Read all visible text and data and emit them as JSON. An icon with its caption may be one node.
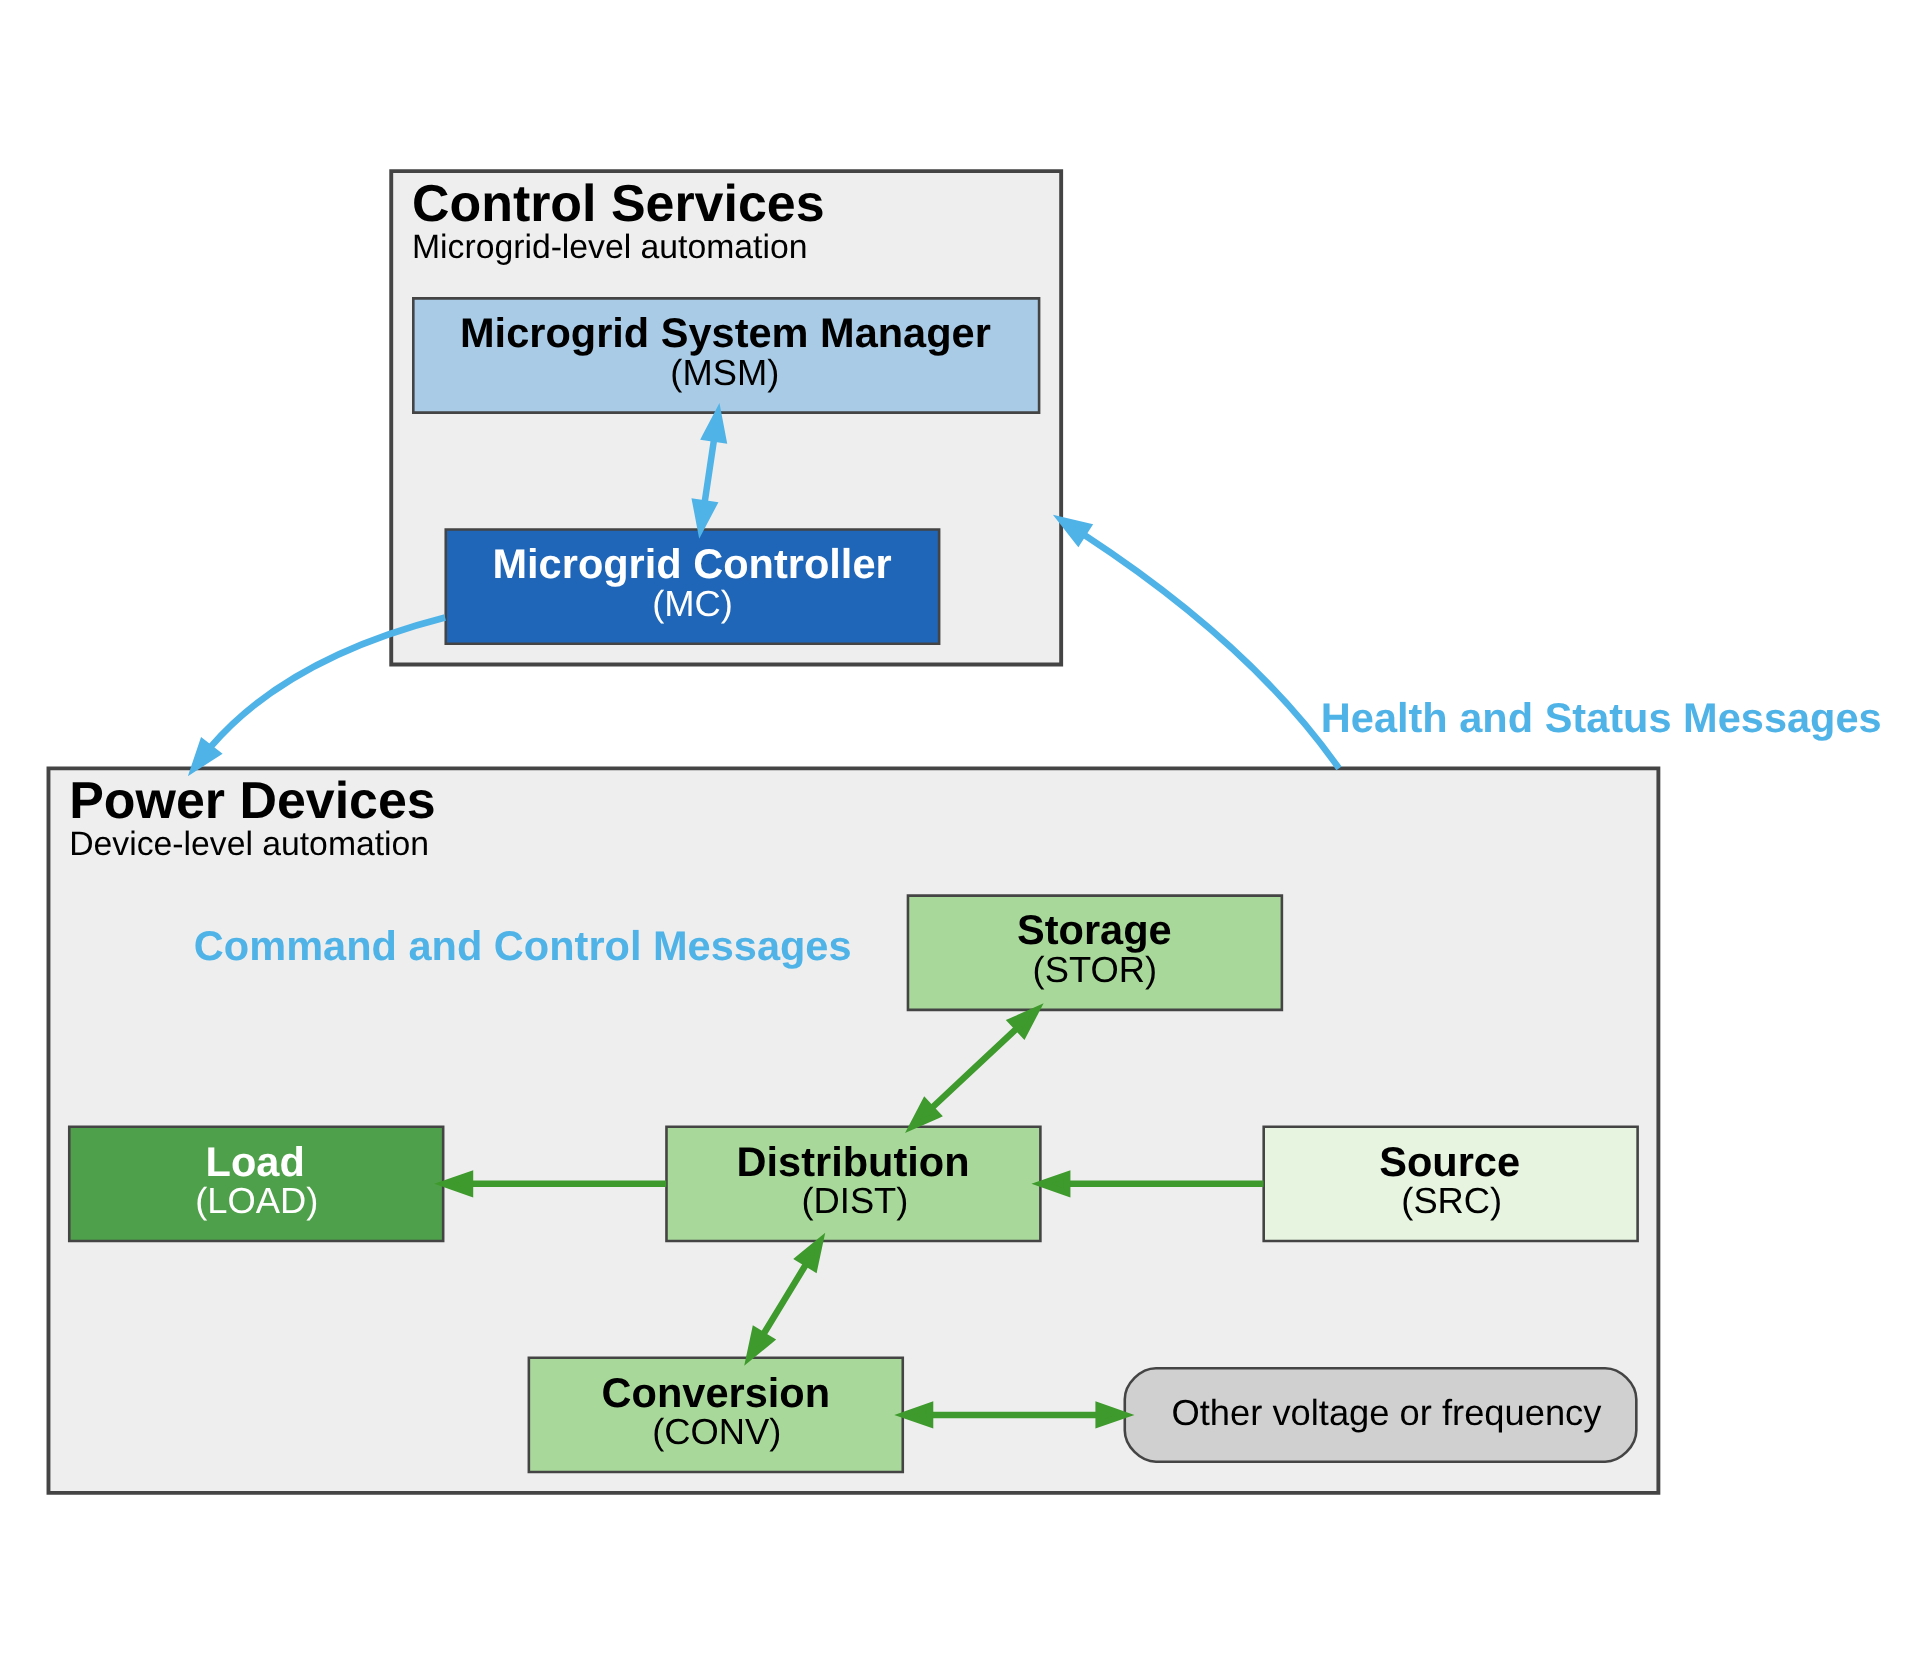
{
  "diagram": {
    "nodes": [
      {
        "text": [
          "Control Services",
          "Microgrid-level automation"
        ]
      },
      {
        "text": [
          "Microgrid System Manager",
          "(MSM)"
        ],
        "in": 0
      },
      {
        "text": [
          "Microgrid Controller",
          "(MC)"
        ],
        "in": 0
      },
      {
        "text": [
          "Power Devices",
          "Device-level automation"
        ]
      },
      {
        "text": [
          "Storage",
          "(STOR)"
        ],
        "in": 3
      },
      {
        "text": [
          "Source",
          "(SRC)"
        ],
        "in": 3
      },
      {
        "text": [
          "Distribution",
          "(DIST)"
        ],
        "in": 3
      },
      {
        "text": [
          "Load",
          "(LOAD)"
        ],
        "in": 3
      },
      {
        "text": [
          "Conversion",
          "(CONV)"
        ],
        "in": 3
      },
      {
        "text": [
          "Other voltage or frequency"
        ],
        "in": 3
      }
    ],
    "edges": [
      {
        "from": 1,
        "to": 2,
        "arrow": "both",
        "color": "#4fb3e8"
      },
      {
        "from": 3,
        "to": 0,
        "arrow": "to",
        "label": "Health and Status Messages",
        "color": "#4fb3e8"
      },
      {
        "from": 2,
        "to": 3,
        "arrow": "to",
        "label": "Command and Control Messages",
        "color": "#4fb3e8"
      },
      {
        "from": 4,
        "to": 6,
        "arrow": "both"
      },
      {
        "from": 5,
        "to": 6,
        "arrow": "to"
      },
      {
        "from": 6,
        "to": 7,
        "arrow": "to"
      },
      {
        "from": 6,
        "to": 8,
        "arrow": "both"
      },
      {
        "from": 8,
        "to": 9,
        "arrow": "both"
      }
    ]
  }
}
